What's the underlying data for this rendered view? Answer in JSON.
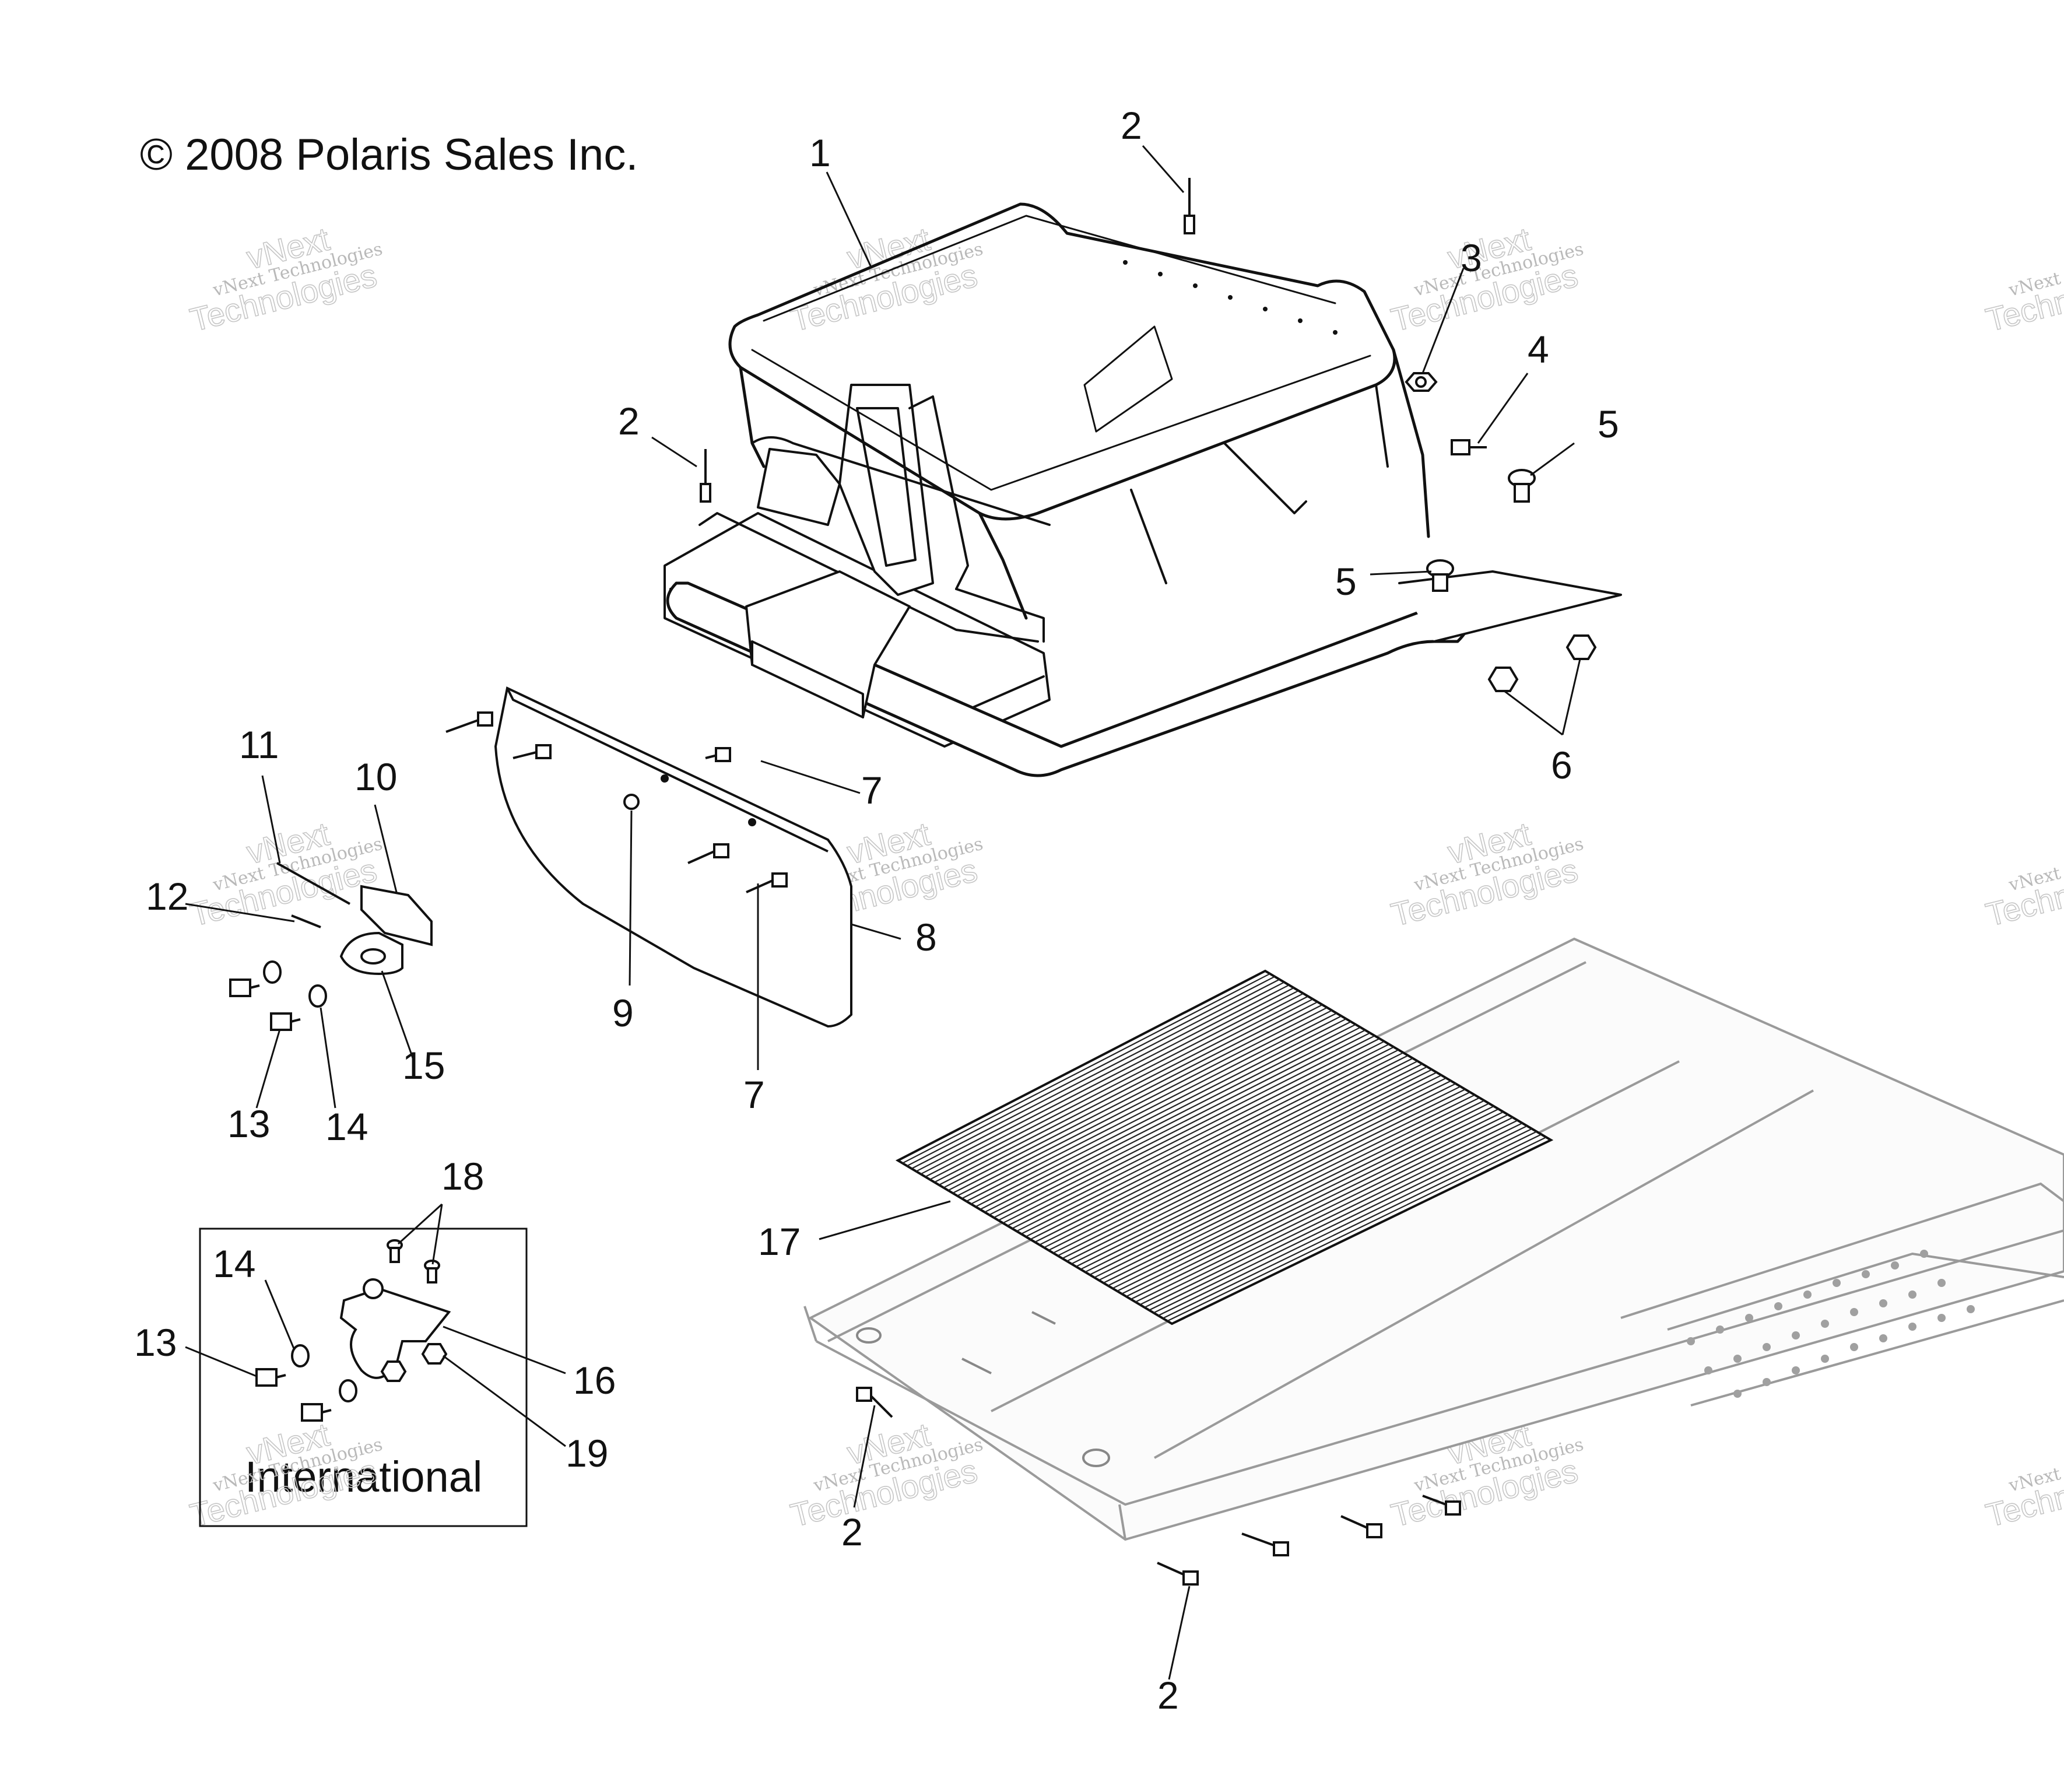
{
  "copyright": "© 2008 Polaris Sales Inc.",
  "inset_label": "International",
  "watermark": {
    "line1": "vNext Technologies",
    "line2": "vNext",
    "line3": "Technologies"
  },
  "callouts": [
    "1",
    "2",
    "2",
    "2",
    "2",
    "3",
    "4",
    "5",
    "5",
    "6",
    "7",
    "7",
    "8",
    "9",
    "10",
    "11",
    "12",
    "13",
    "14",
    "15",
    "14",
    "13",
    "16",
    "17",
    "18",
    "19"
  ]
}
